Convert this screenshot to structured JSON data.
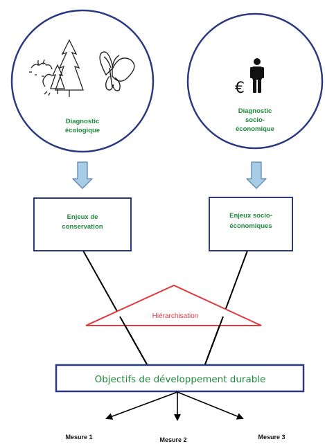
{
  "circles": {
    "ecological": {
      "line1": "Diagnostic",
      "line2": "écologique"
    },
    "socioeconomic": {
      "currency_symbol": "€",
      "line1": "Diagnostic",
      "line2": "socio-",
      "line3": "économique"
    }
  },
  "boxes": {
    "conservation": {
      "line1": "Enjeux de",
      "line2": "conservation"
    },
    "socioeconomic": {
      "line1": "Enjeux socio-",
      "line2": "économiques"
    }
  },
  "hierarchy": {
    "label": "Hiérarchisation"
  },
  "objectives": {
    "label": "Objectifs de développement durable"
  },
  "measures": [
    {
      "label": "Mesure 1"
    },
    {
      "label": "Mesure 2"
    },
    {
      "label": "Mesure 3"
    }
  ],
  "colors": {
    "circle_stroke": "#2b3a80",
    "box_stroke": "#2b3a80",
    "arrow_fill": "#a8cce6",
    "arrow_stroke": "#5a86b8",
    "text_green": "#1f8a3c",
    "triangle_red": "#e0393e",
    "line_black": "#000000"
  },
  "icons": [
    "trees-icon",
    "butterfly-icon",
    "euro-icon",
    "person-icon"
  ]
}
